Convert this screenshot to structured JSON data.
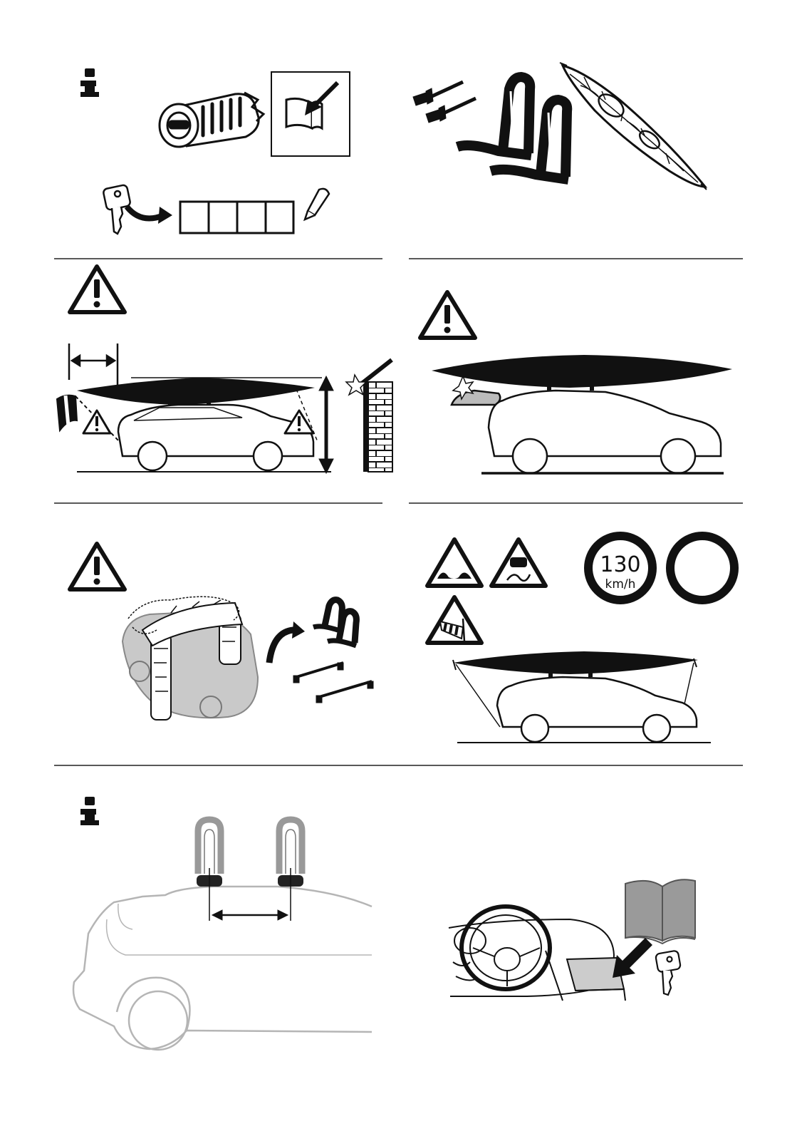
{
  "page": {
    "background": "#ffffff",
    "ink": "#111111",
    "light_ink": "#aaaaaa"
  },
  "panels": {
    "p1": {
      "info_icon": "info-icon",
      "key_code_cells": 4
    },
    "p2": {
      "items": [
        "straps-icon",
        "kayak-carrier-icon",
        "kayak-icon"
      ]
    },
    "p3": {
      "icon": "warning-triangle-icon"
    },
    "p4": {
      "icon": "warning-triangle-icon"
    },
    "p5": {
      "icon": "warning-triangle-icon"
    },
    "p6": {
      "speed_sign": {
        "value": "130",
        "unit": "km/h"
      },
      "road_signs": [
        "uneven-road-sign",
        "slippery-road-sign",
        "side-wind-sign"
      ]
    },
    "p7": {
      "info_icon": "info-icon"
    },
    "p8": {
      "items": [
        "glovebox-manual-icon",
        "key-icon"
      ]
    }
  },
  "colors": {
    "ink": "#111111",
    "kayak": "#1a1a1a",
    "grey_car": "#c9c9c9",
    "light_outline": "#b5b5b5",
    "manual": "#9a9a9a"
  }
}
